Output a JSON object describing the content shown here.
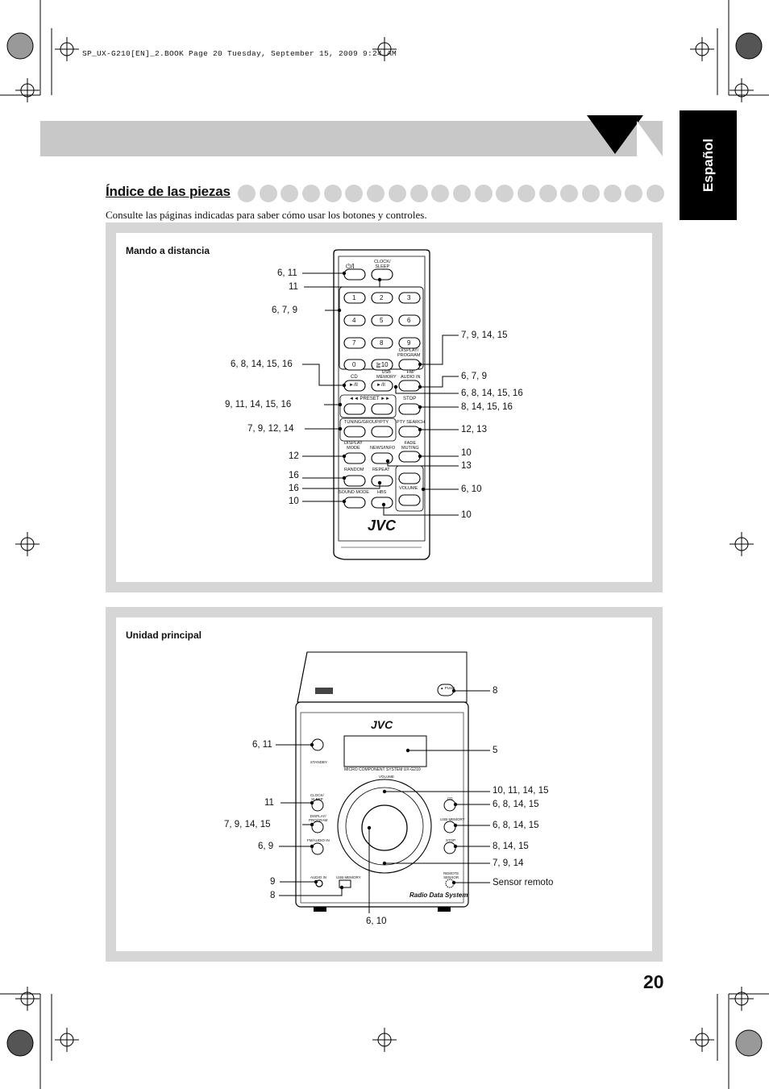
{
  "header": {
    "book_info": "SP_UX-G210[EN]_2.BOOK  Page 20  Tuesday, September 15, 2009  9:24 AM"
  },
  "language_tab": {
    "label": "Español"
  },
  "section": {
    "title": "Índice de las piezas",
    "intro": "Consulte las páginas indicadas para saber cómo usar los botones y controles."
  },
  "remote": {
    "panel_title": "Mando a distancia",
    "brand": "JVC",
    "buttons": {
      "power": "⏻/I",
      "clock_sleep": [
        "CLOCK/",
        "SLEEP"
      ],
      "digits": [
        "1",
        "2",
        "3",
        "4",
        "5",
        "6",
        "7",
        "8",
        "9",
        "0",
        "≧10"
      ],
      "display_program": [
        "DISPLAY/",
        "PROGRAM"
      ],
      "cd": "CD",
      "play_pause": "►/II",
      "usb_memory": [
        "USB",
        "MEMORY"
      ],
      "fm_audio_in": [
        "FM/",
        "AUDIO IN"
      ],
      "preset": "◄◄ PRESET ►►",
      "stop": "STOP",
      "tuning_group_pty": "TUNING/GROUP/PTY",
      "pty_search": "PTY SEARCH",
      "display_mode": [
        "DISPLAY",
        "MODE"
      ],
      "news_info": "NEWS/INFO",
      "fade_muting": [
        "FADE",
        "MUTING"
      ],
      "random": "RANDOM",
      "repeat": "REPEAT",
      "volume": "VOLUME",
      "sound_mode": "SOUND MODE",
      "hbs": "HBS"
    },
    "callouts_left": [
      "6, 11",
      "11",
      "6, 7, 9",
      "6, 8, 14, 15, 16",
      "9, 11, 14, 15, 16",
      "7, 9, 12, 14",
      "12",
      "16",
      "16",
      "10"
    ],
    "callouts_right": [
      "7, 9, 14, 15",
      "6, 7, 9",
      "6, 8, 14, 15, 16",
      "8, 14, 15, 16",
      "12, 13",
      "10",
      "13",
      "6, 10",
      "10"
    ]
  },
  "main_unit": {
    "panel_title": "Unidad principal",
    "brand": "JVC",
    "model_text": "MICRO COMPONENT SYSTEM UX-G210",
    "logo_text": "Radio Data System",
    "labels": {
      "standby": "STANDBY",
      "clock_sleep": [
        "CLOCK/",
        "SLEEP"
      ],
      "display_program": [
        "DISPLAY/",
        "PROGRAM"
      ],
      "fm_audio_in": "FM/AUDIO IN",
      "audio_in": "AUDIO IN",
      "usb_memory": "USB MEMORY",
      "volume": "VOLUME",
      "cd": "CD",
      "usb_memory_btn": "USB MEMORY",
      "stop": "STOP",
      "remote_sensor": [
        "REMOTE",
        "SENSOR"
      ],
      "eject": "▲ PUSH"
    },
    "callouts_left": [
      "6, 11",
      "11",
      "7, 9, 14, 15",
      "6, 9",
      "9",
      "8"
    ],
    "callouts_right": [
      "8",
      "5",
      "10, 11, 14, 15",
      "6, 8, 14, 15",
      "6, 8, 14, 15",
      "8, 14, 15",
      "7, 9, 14",
      "Sensor remoto"
    ],
    "callout_bottom": "6, 10"
  },
  "page_number": "20"
}
